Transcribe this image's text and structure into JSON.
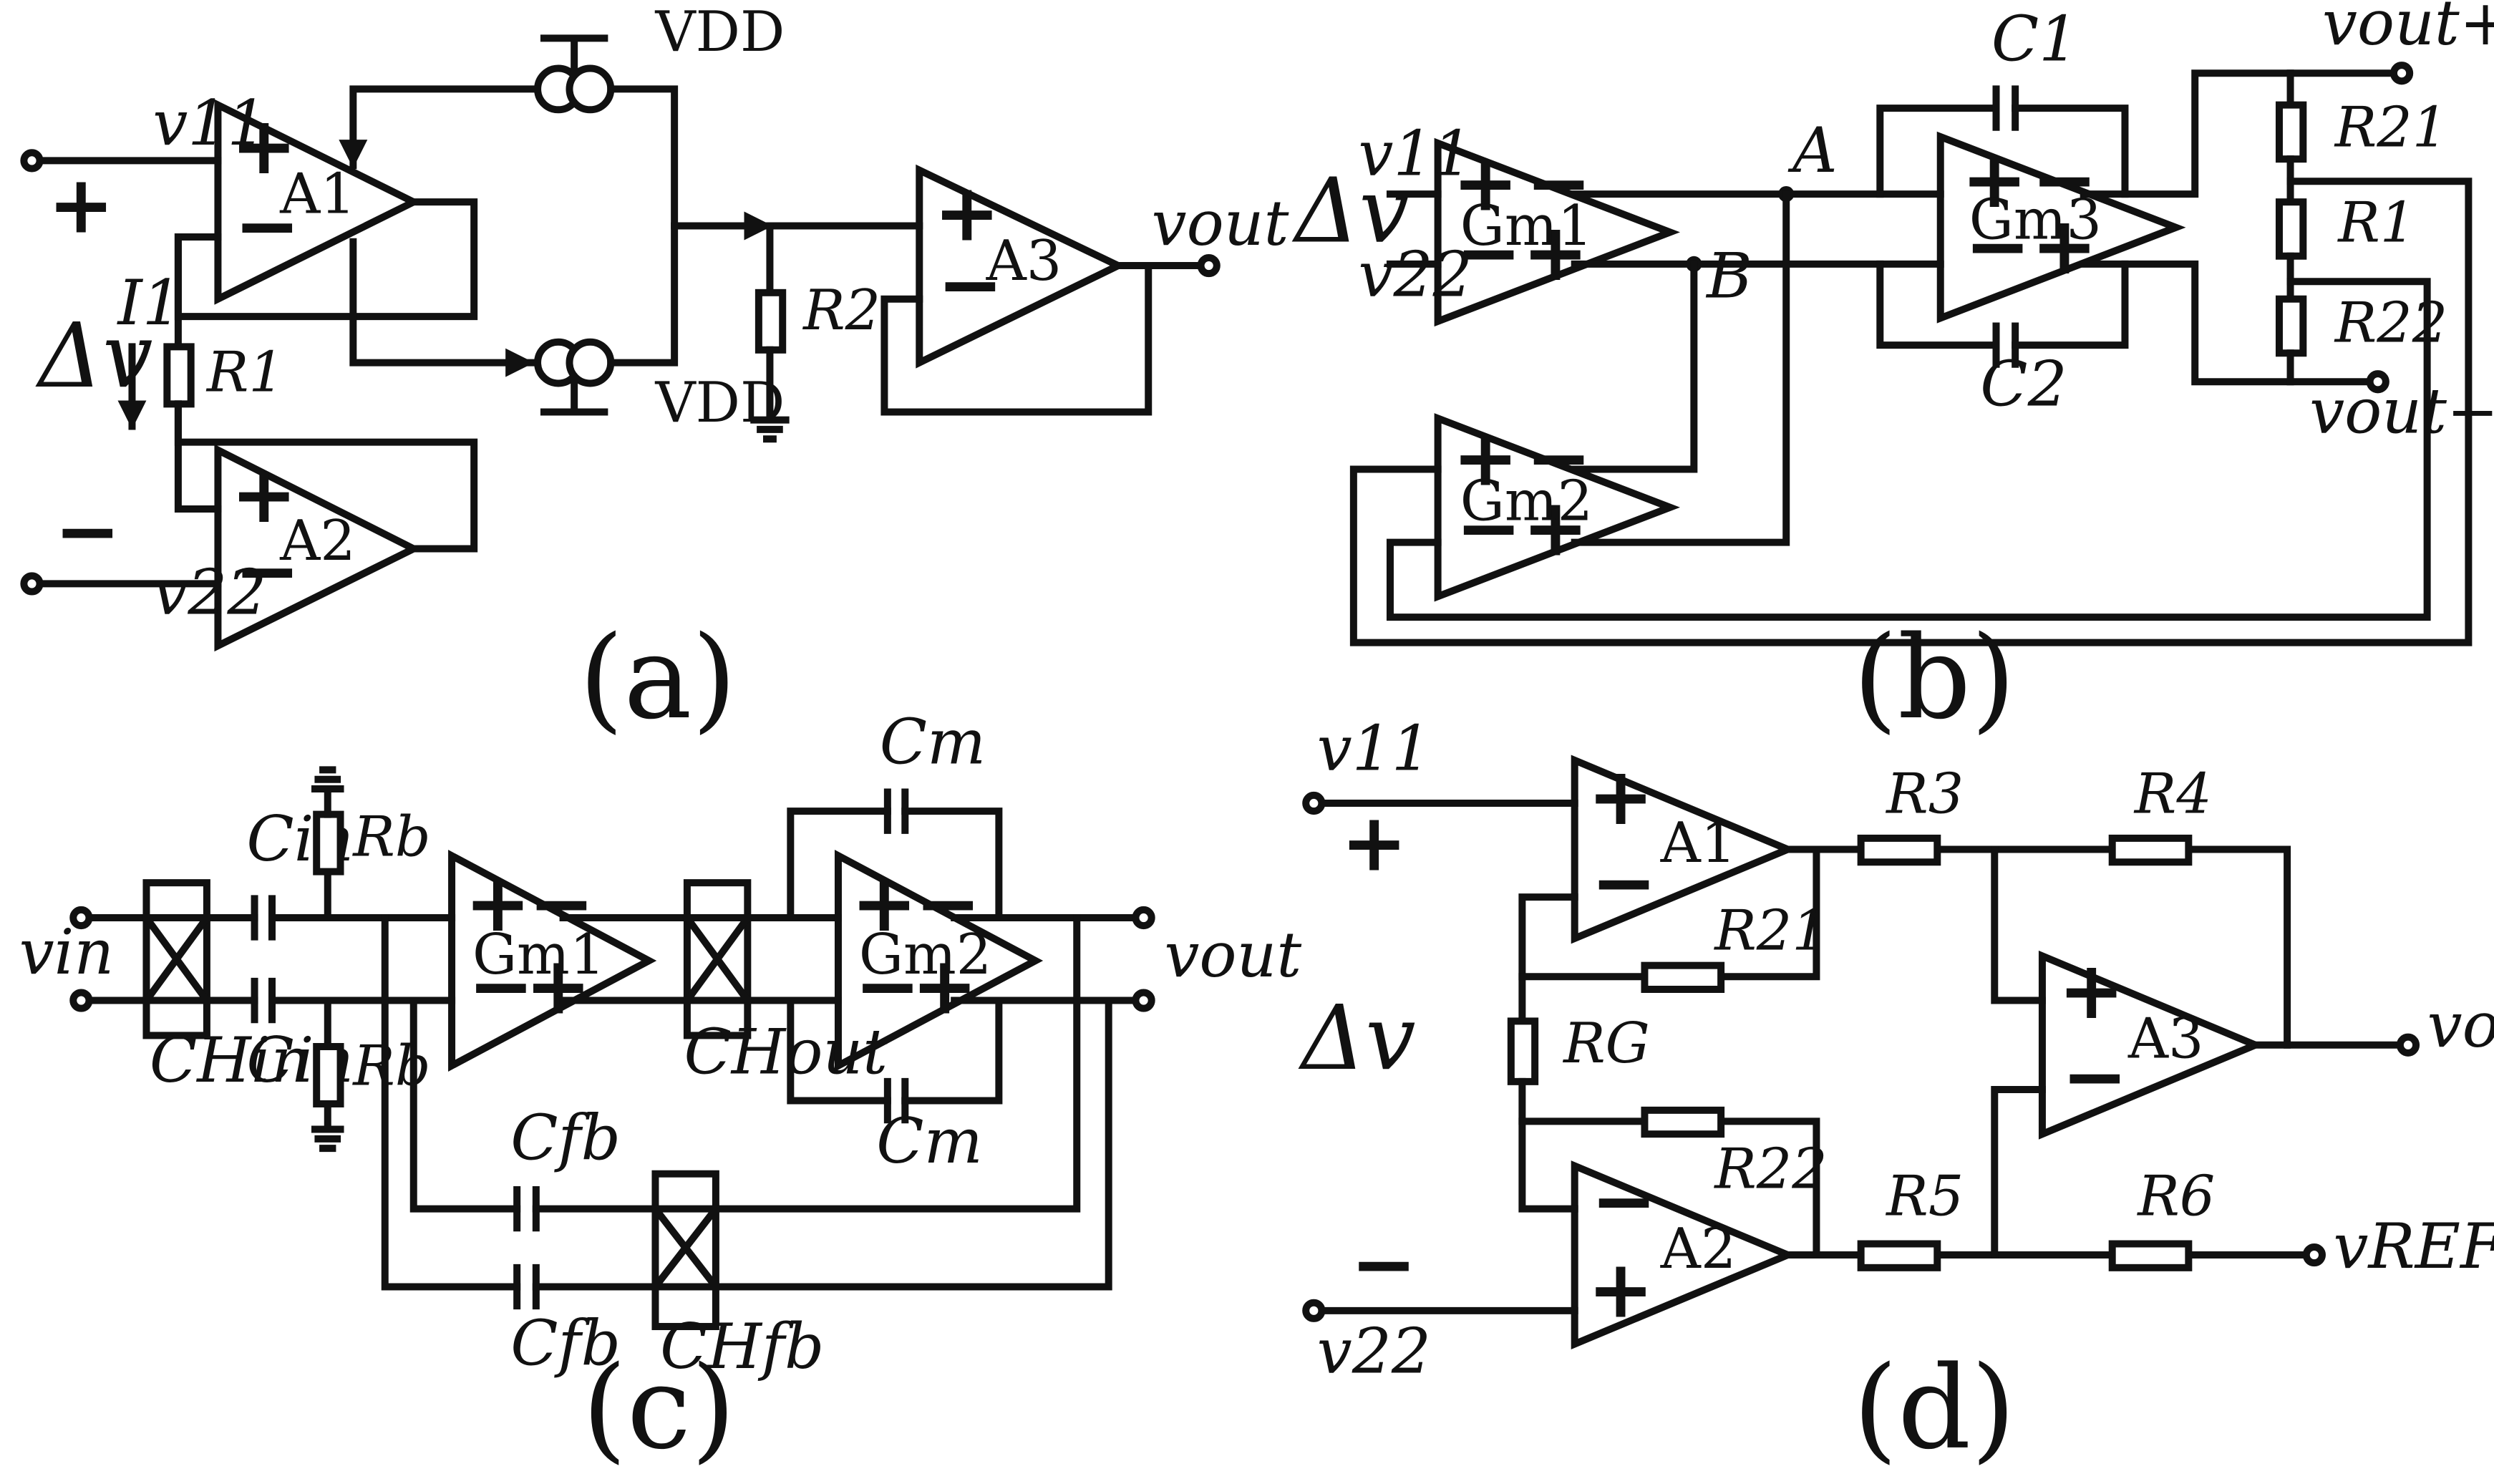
{
  "panels": {
    "a": {
      "caption": "(a)",
      "v11": "v11",
      "v22": "v22",
      "plus": "+",
      "minus": "−",
      "delta_v": "Δv",
      "current": "I1",
      "A1": "A1",
      "A2": "A2",
      "A3": "A3",
      "R1": "R1",
      "R2": "R2",
      "vdd_top": "VDD",
      "vdd_bottom": "VDD",
      "vout": "vout"
    },
    "b": {
      "caption": "(b)",
      "v11": "v11",
      "v22": "v22",
      "delta_v": "Δv",
      "Gm1": "Gm1",
      "Gm2": "Gm2",
      "Gm3": "Gm3",
      "node_A": "A",
      "node_B": "B",
      "C1": "C1",
      "C2": "C2",
      "R21": "R21",
      "R1": "R1",
      "R22": "R22",
      "vout_plus": "vout+",
      "vout_minus": "vout−"
    },
    "c": {
      "caption": "(c)",
      "vin": "vin",
      "vout": "vout",
      "Cin_top": "Cin",
      "Cin_bottom": "Cin",
      "Rb_top": "Rb",
      "Rb_bottom": "Rb",
      "CHin": "CHin",
      "CHout": "CHout",
      "CHfb": "CHfb",
      "Gm1": "Gm1",
      "Gm2": "Gm2",
      "Cm_top": "Cm",
      "Cm_bottom": "Cm",
      "Cfb_top": "Cfb",
      "Cfb_bottom": "Cfb"
    },
    "d": {
      "caption": "(d)",
      "v11": "v11",
      "v22": "v22",
      "plus": "+",
      "minus": "−",
      "delta_v": "Δv",
      "A1": "A1",
      "A2": "A2",
      "A3": "A3",
      "R3": "R3",
      "R4": "R4",
      "R21": "R21",
      "RG": "RG",
      "R22": "R22",
      "R5": "R5",
      "R6": "R6",
      "vout": "vout",
      "vref": "vREF"
    }
  }
}
